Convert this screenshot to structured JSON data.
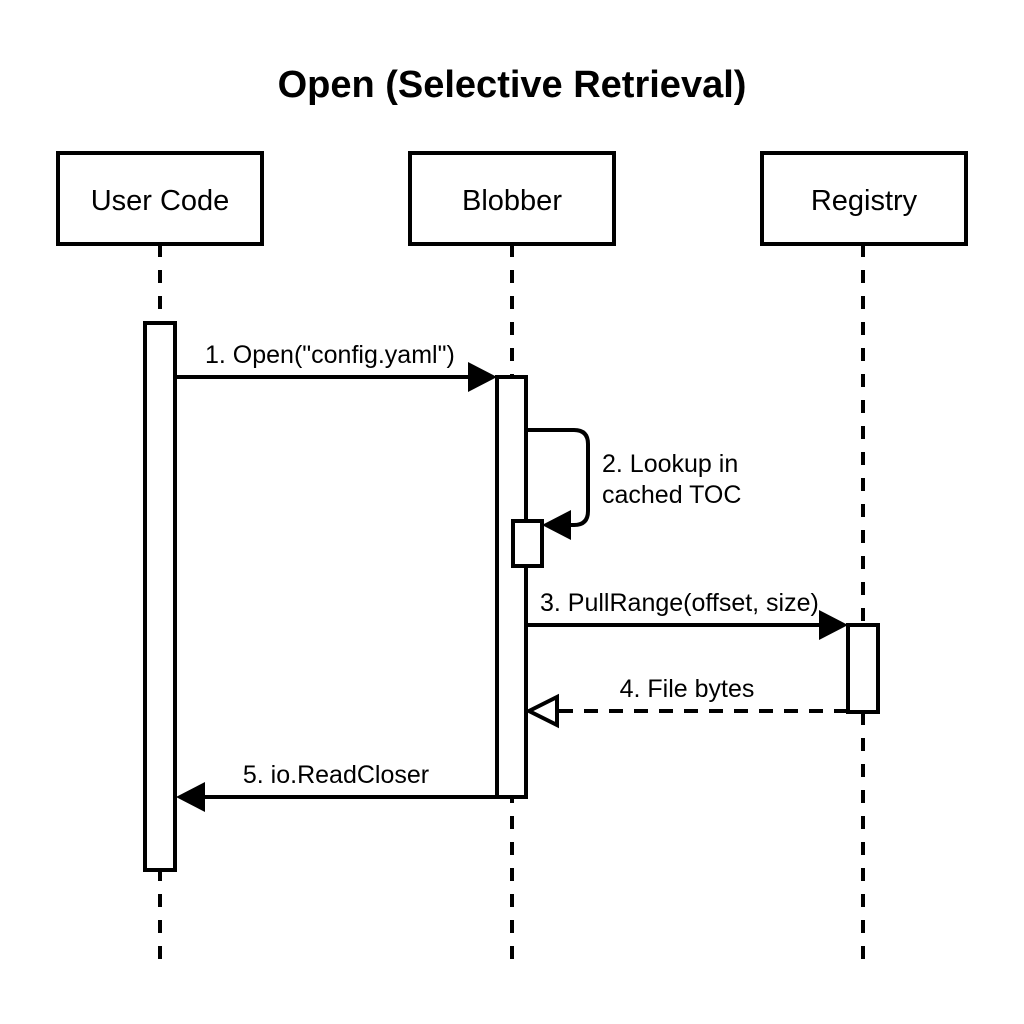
{
  "diagram": {
    "type": "sequence-diagram",
    "title": "Open (Selective Retrieval)",
    "background_color": "#ffffff",
    "line_color": "#000000",
    "participants": [
      {
        "id": "user-code",
        "label": "User Code"
      },
      {
        "id": "blobber",
        "label": "Blobber"
      },
      {
        "id": "registry",
        "label": "Registry"
      }
    ],
    "messages": [
      {
        "number": "1",
        "label": "1. Open(\"config.yaml\")",
        "from": "User Code",
        "to": "Blobber",
        "style": "solid",
        "arrowhead": "filled",
        "direction": "right"
      },
      {
        "number": "2",
        "label_line1": "2. Lookup in",
        "label_line2": "cached TOC",
        "label": "2. Lookup in cached TOC",
        "from": "Blobber",
        "to": "Blobber",
        "style": "solid",
        "arrowhead": "filled",
        "direction": "self"
      },
      {
        "number": "3",
        "label": "3. PullRange(offset, size)",
        "from": "Blobber",
        "to": "Registry",
        "style": "solid",
        "arrowhead": "filled",
        "direction": "right"
      },
      {
        "number": "4",
        "label": "4. File bytes",
        "from": "Registry",
        "to": "Blobber",
        "style": "dashed",
        "arrowhead": "open",
        "direction": "left"
      },
      {
        "number": "5",
        "label": "5. io.ReadCloser",
        "from": "Blobber",
        "to": "User Code",
        "style": "solid",
        "arrowhead": "filled",
        "direction": "left"
      }
    ]
  }
}
